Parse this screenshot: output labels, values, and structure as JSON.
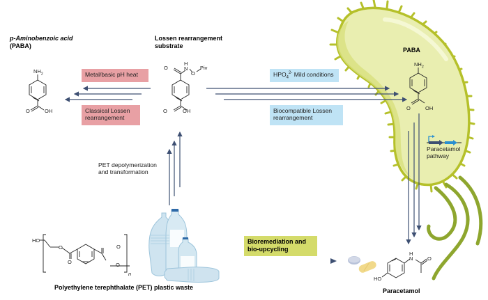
{
  "labels": {
    "paba_title_line1": "p-Aminobenzoic acid",
    "paba_title_line2": "(PABA)",
    "lossen_title_line1": "Lossen rearrangement",
    "lossen_title_line2": "substrate",
    "paba_in_cell": "PABA",
    "pet_depoly_line1": "PET depolymerization",
    "pet_depoly_line2": "and transformation",
    "pet_waste": "Polyethylene terephthalate (PET) plastic waste",
    "paracetamol": "Paracetamol",
    "pathway_line1": "Paracetamol",
    "pathway_line2": "pathway"
  },
  "boxes": {
    "metal_heat": "Metal/basic pH heat",
    "classical_line1": "Classical Lossen",
    "classical_line2": "rearrangement",
    "mild_prefix": "HPO",
    "mild_sub": "4",
    "mild_sup": "2-",
    "mild_suffix": " Mild conditions",
    "biocompat_line1": "Biocompatible Lossen",
    "biocompat_line2": "rearrangement",
    "bioremed_line1": "Bioremediation and",
    "bioremed_line2": "bio-upcycling"
  },
  "chem": {
    "nh2": "NH",
    "nh2_sub": "2",
    "o": "O",
    "oh": "OH",
    "ho": "HO",
    "h": "H",
    "n": "N",
    "piv": "Piv",
    "n_repeat": "n"
  },
  "colors": {
    "arrow": "#3d4f72",
    "cell_fill": "#e9eeb0",
    "cell_outline": "#b5c02a",
    "flagella": "#8ea62e",
    "red_box": "#e8a0a4",
    "blue_box": "#bfe3f5",
    "green_box": "#d4db6a",
    "gene_dark": "#3d4f72",
    "gene_blue": "#2a8fd0"
  }
}
